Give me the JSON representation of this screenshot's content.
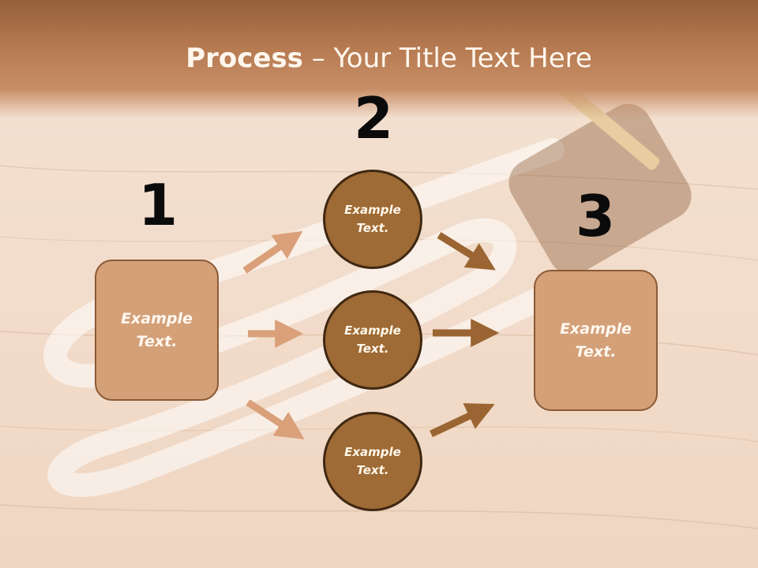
{
  "title": {
    "bold": "Process",
    "rest": " – Your Title Text Here"
  },
  "steps": [
    "1",
    "2",
    "3"
  ],
  "left_box": {
    "text": "Example Text."
  },
  "circles": [
    {
      "text": "Example Text."
    },
    {
      "text": "Example Text."
    },
    {
      "text": "Example Text."
    }
  ],
  "right_box": {
    "text": "Example Text."
  },
  "colors": {
    "box_fill": "#d4a078",
    "circle_fill": "#9e6a35",
    "arrow_light": "#d9a07a",
    "arrow_dark": "#9a6532",
    "title_band": "#b67a51"
  }
}
